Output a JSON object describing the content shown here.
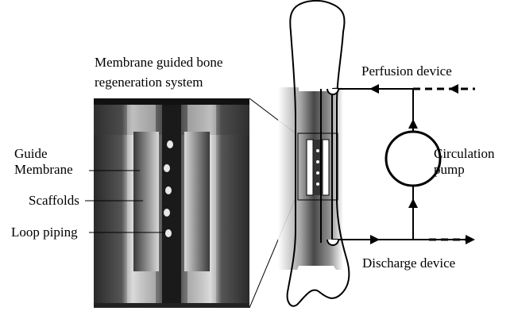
{
  "diagram": {
    "labels": {
      "system_title_line1": "Membrane guided bone",
      "system_title_line2": "regeneration system",
      "guide_line1": "Guide",
      "guide_line2": "Membrane",
      "scaffolds": "Scaffolds",
      "loop_piping": "Loop piping",
      "perfusion_device": "Perfusion device",
      "circulation_line1": "Circulation",
      "circulation_line2": "pump",
      "discharge_device": "Discharge device"
    },
    "colors": {
      "line": "#000000",
      "bone_fill": "#ffffff",
      "panel_dark": "#1a1a1a",
      "panel_light": "#dcdcdc"
    }
  }
}
